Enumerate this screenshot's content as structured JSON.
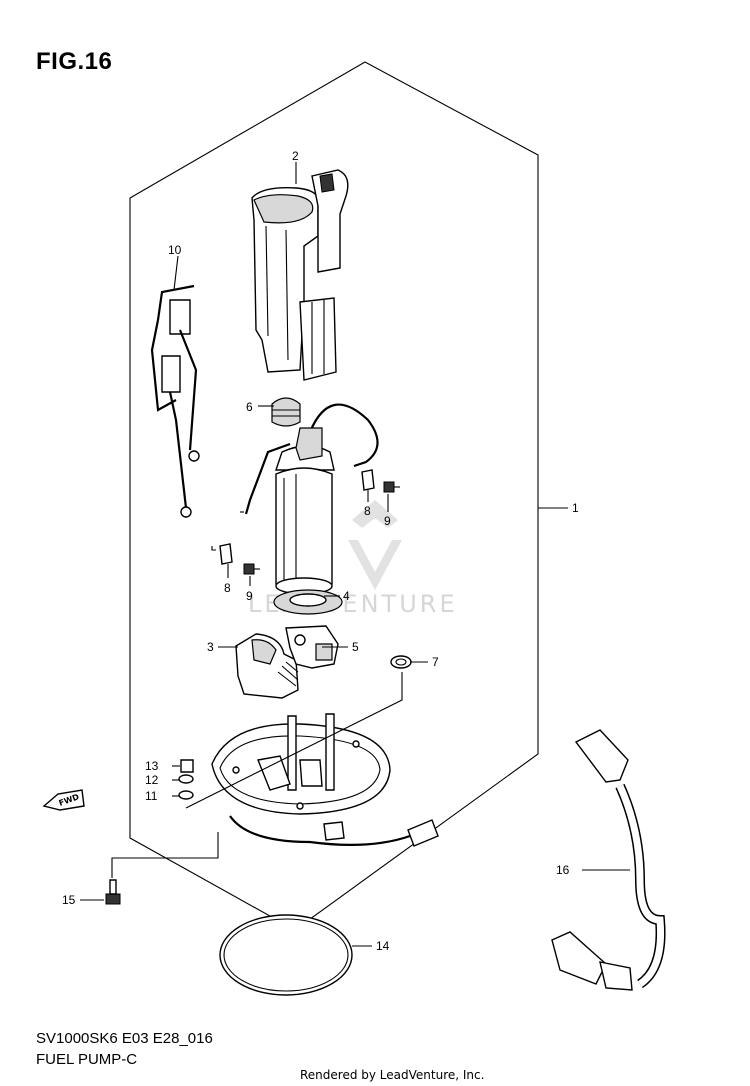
{
  "figure_title": "FIG.16",
  "footer": {
    "model_code": "SV1000SK6 E03 E28_016",
    "assembly_name": "FUEL PUMP-C",
    "credit": "Rendered by LeadVenture, Inc."
  },
  "watermark": "LEADVENTURE",
  "direction_marker": "FWD",
  "callouts": {
    "c1": "1",
    "c2": "2",
    "c3": "3",
    "c4": "4",
    "c5": "5",
    "c6": "6",
    "c7": "7",
    "c8a": "8",
    "c8b": "8",
    "c9a": "9",
    "c9b": "9",
    "c10": "10",
    "c11": "11",
    "c12": "12",
    "c13": "13",
    "c14": "14",
    "c15": "15",
    "c16": "16"
  }
}
